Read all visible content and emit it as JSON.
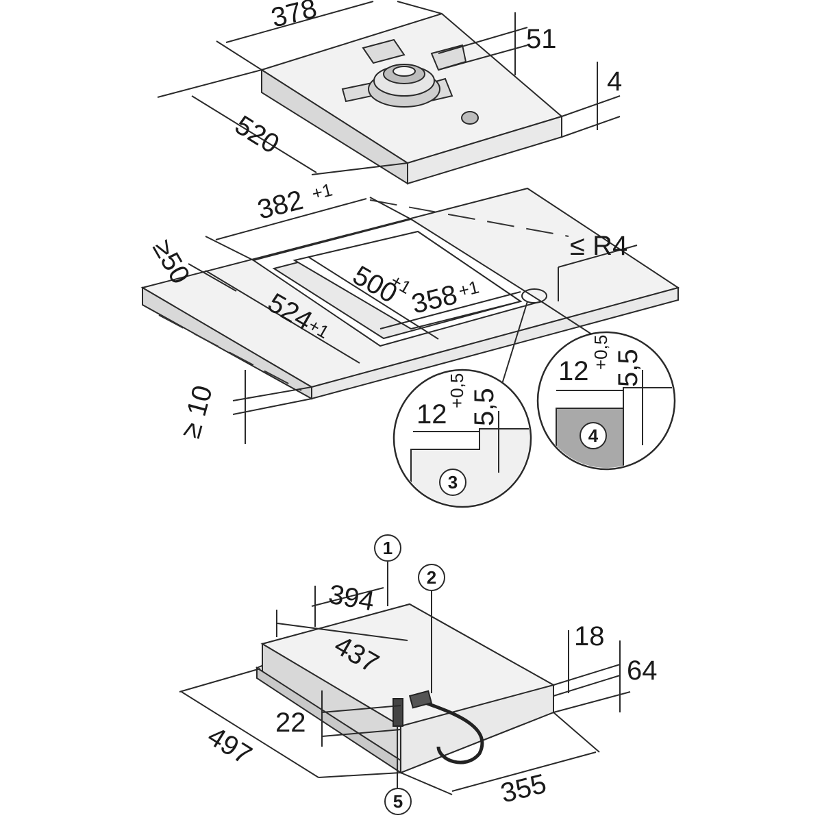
{
  "dimensions": {
    "d378": "378",
    "d51": "51",
    "d4": "4",
    "d520": "520",
    "d382": "382",
    "d382_tol": "+1",
    "dR4": "≤ R4",
    "d50": "≥50",
    "d500": "500",
    "d500_tol": "+1",
    "d358": "358",
    "d358_tol": "+1",
    "d524": "524",
    "d524_tol": "+1",
    "d10": "≥ 10",
    "detail3_12": "12",
    "detail3_55": "5,5",
    "detail3_tol": "+0,5",
    "detail4_12": "12",
    "detail4_55": "5,5",
    "detail4_tol": "+0,5",
    "d394": "394",
    "d437": "437",
    "d18": "18",
    "d64": "64",
    "d22": "22",
    "d497": "497",
    "d355": "355"
  },
  "callouts": {
    "c1": "1",
    "c2": "2",
    "c3": "3",
    "c4": "4",
    "c5": "5"
  }
}
